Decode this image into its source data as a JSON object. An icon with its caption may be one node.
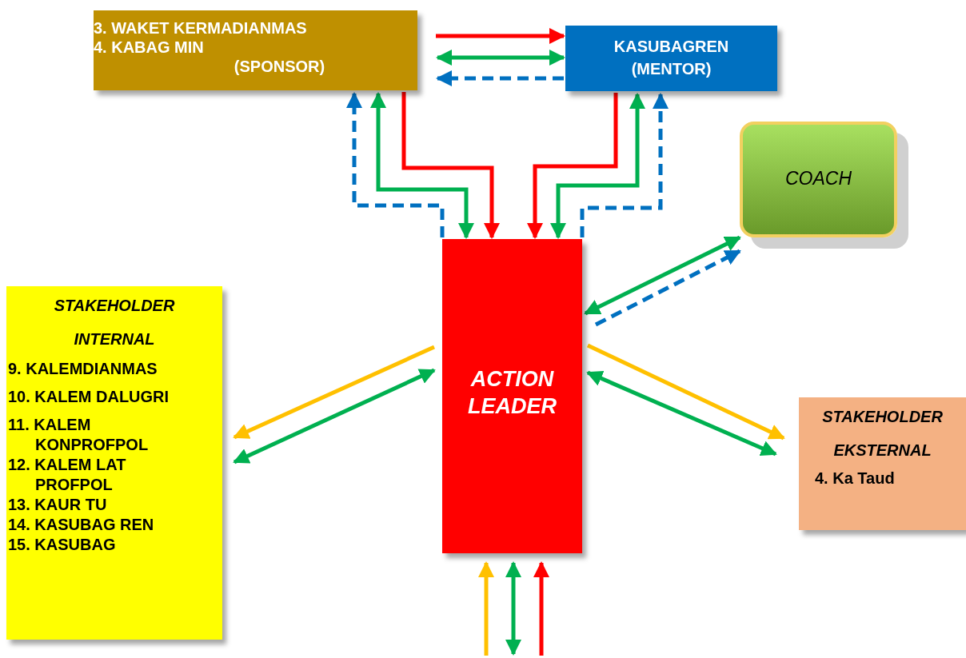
{
  "diagram": {
    "nodes": [
      {
        "text": [
          "3. WAKET KERMADIANMAS",
          "4. KABAG MIN",
          "(SPONSOR)"
        ]
      },
      {
        "text": [
          "KASUBAGREN (MENTOR)"
        ]
      },
      {
        "text": [
          "COACH"
        ]
      },
      {
        "text": [
          "STAKEHOLDER INTERNAL",
          "9. KALEMDIANMAS",
          "10. KALEM DALUGRI",
          "11. KALEM KONPROFPOL",
          "12. KALEM LAT PROFPOL",
          "13. KAUR TU",
          "14. KASUBAG REN",
          "15. KASUBAG"
        ]
      },
      {
        "text": [
          "ACTION LEADER"
        ]
      },
      {
        "text": [
          "STAKEHOLDER EKSTERNAL",
          "4. Ka Taud"
        ]
      }
    ],
    "edges": [
      {
        "from": 0,
        "to": 1,
        "arrow": "to",
        "color": "#ff0000"
      },
      {
        "from": 0,
        "to": 1,
        "arrow": "both"
      },
      {
        "from": 1,
        "to": 0,
        "arrow": "to",
        "style": "dashed",
        "color": "#0070c0"
      },
      {
        "from": 0,
        "to": 4,
        "arrow": "to",
        "color": "#ff0000"
      },
      {
        "from": 4,
        "to": 0,
        "arrow": "both"
      },
      {
        "from": 4,
        "to": 0,
        "arrow": "to",
        "style": "dashed",
        "color": "#0070c0"
      },
      {
        "from": 1,
        "to": 4,
        "arrow": "to",
        "color": "#ff0000"
      },
      {
        "from": 4,
        "to": 1,
        "arrow": "both"
      },
      {
        "from": 4,
        "to": 1,
        "arrow": "to",
        "style": "dashed",
        "color": "#0070c0"
      },
      {
        "from": 4,
        "to": 2,
        "arrow": "both"
      },
      {
        "from": 4,
        "to": 2,
        "arrow": "to",
        "style": "dashed",
        "color": "#0070c0"
      },
      {
        "from": 4,
        "to": 3,
        "arrow": "to",
        "color": "#ffc000"
      },
      {
        "from": 4,
        "to": 3,
        "arrow": "both"
      },
      {
        "from": 4,
        "to": 5,
        "arrow": "to",
        "color": "#ffc000"
      },
      {
        "from": 4,
        "to": 5,
        "arrow": "both"
      },
      {
        "from": null,
        "to": 4,
        "arrow": "to",
        "color": "#ffc000"
      },
      {
        "from": null,
        "to": 4,
        "arrow": "both"
      },
      {
        "from": null,
        "to": 4,
        "arrow": "to",
        "color": "#ff0000"
      }
    ]
  }
}
